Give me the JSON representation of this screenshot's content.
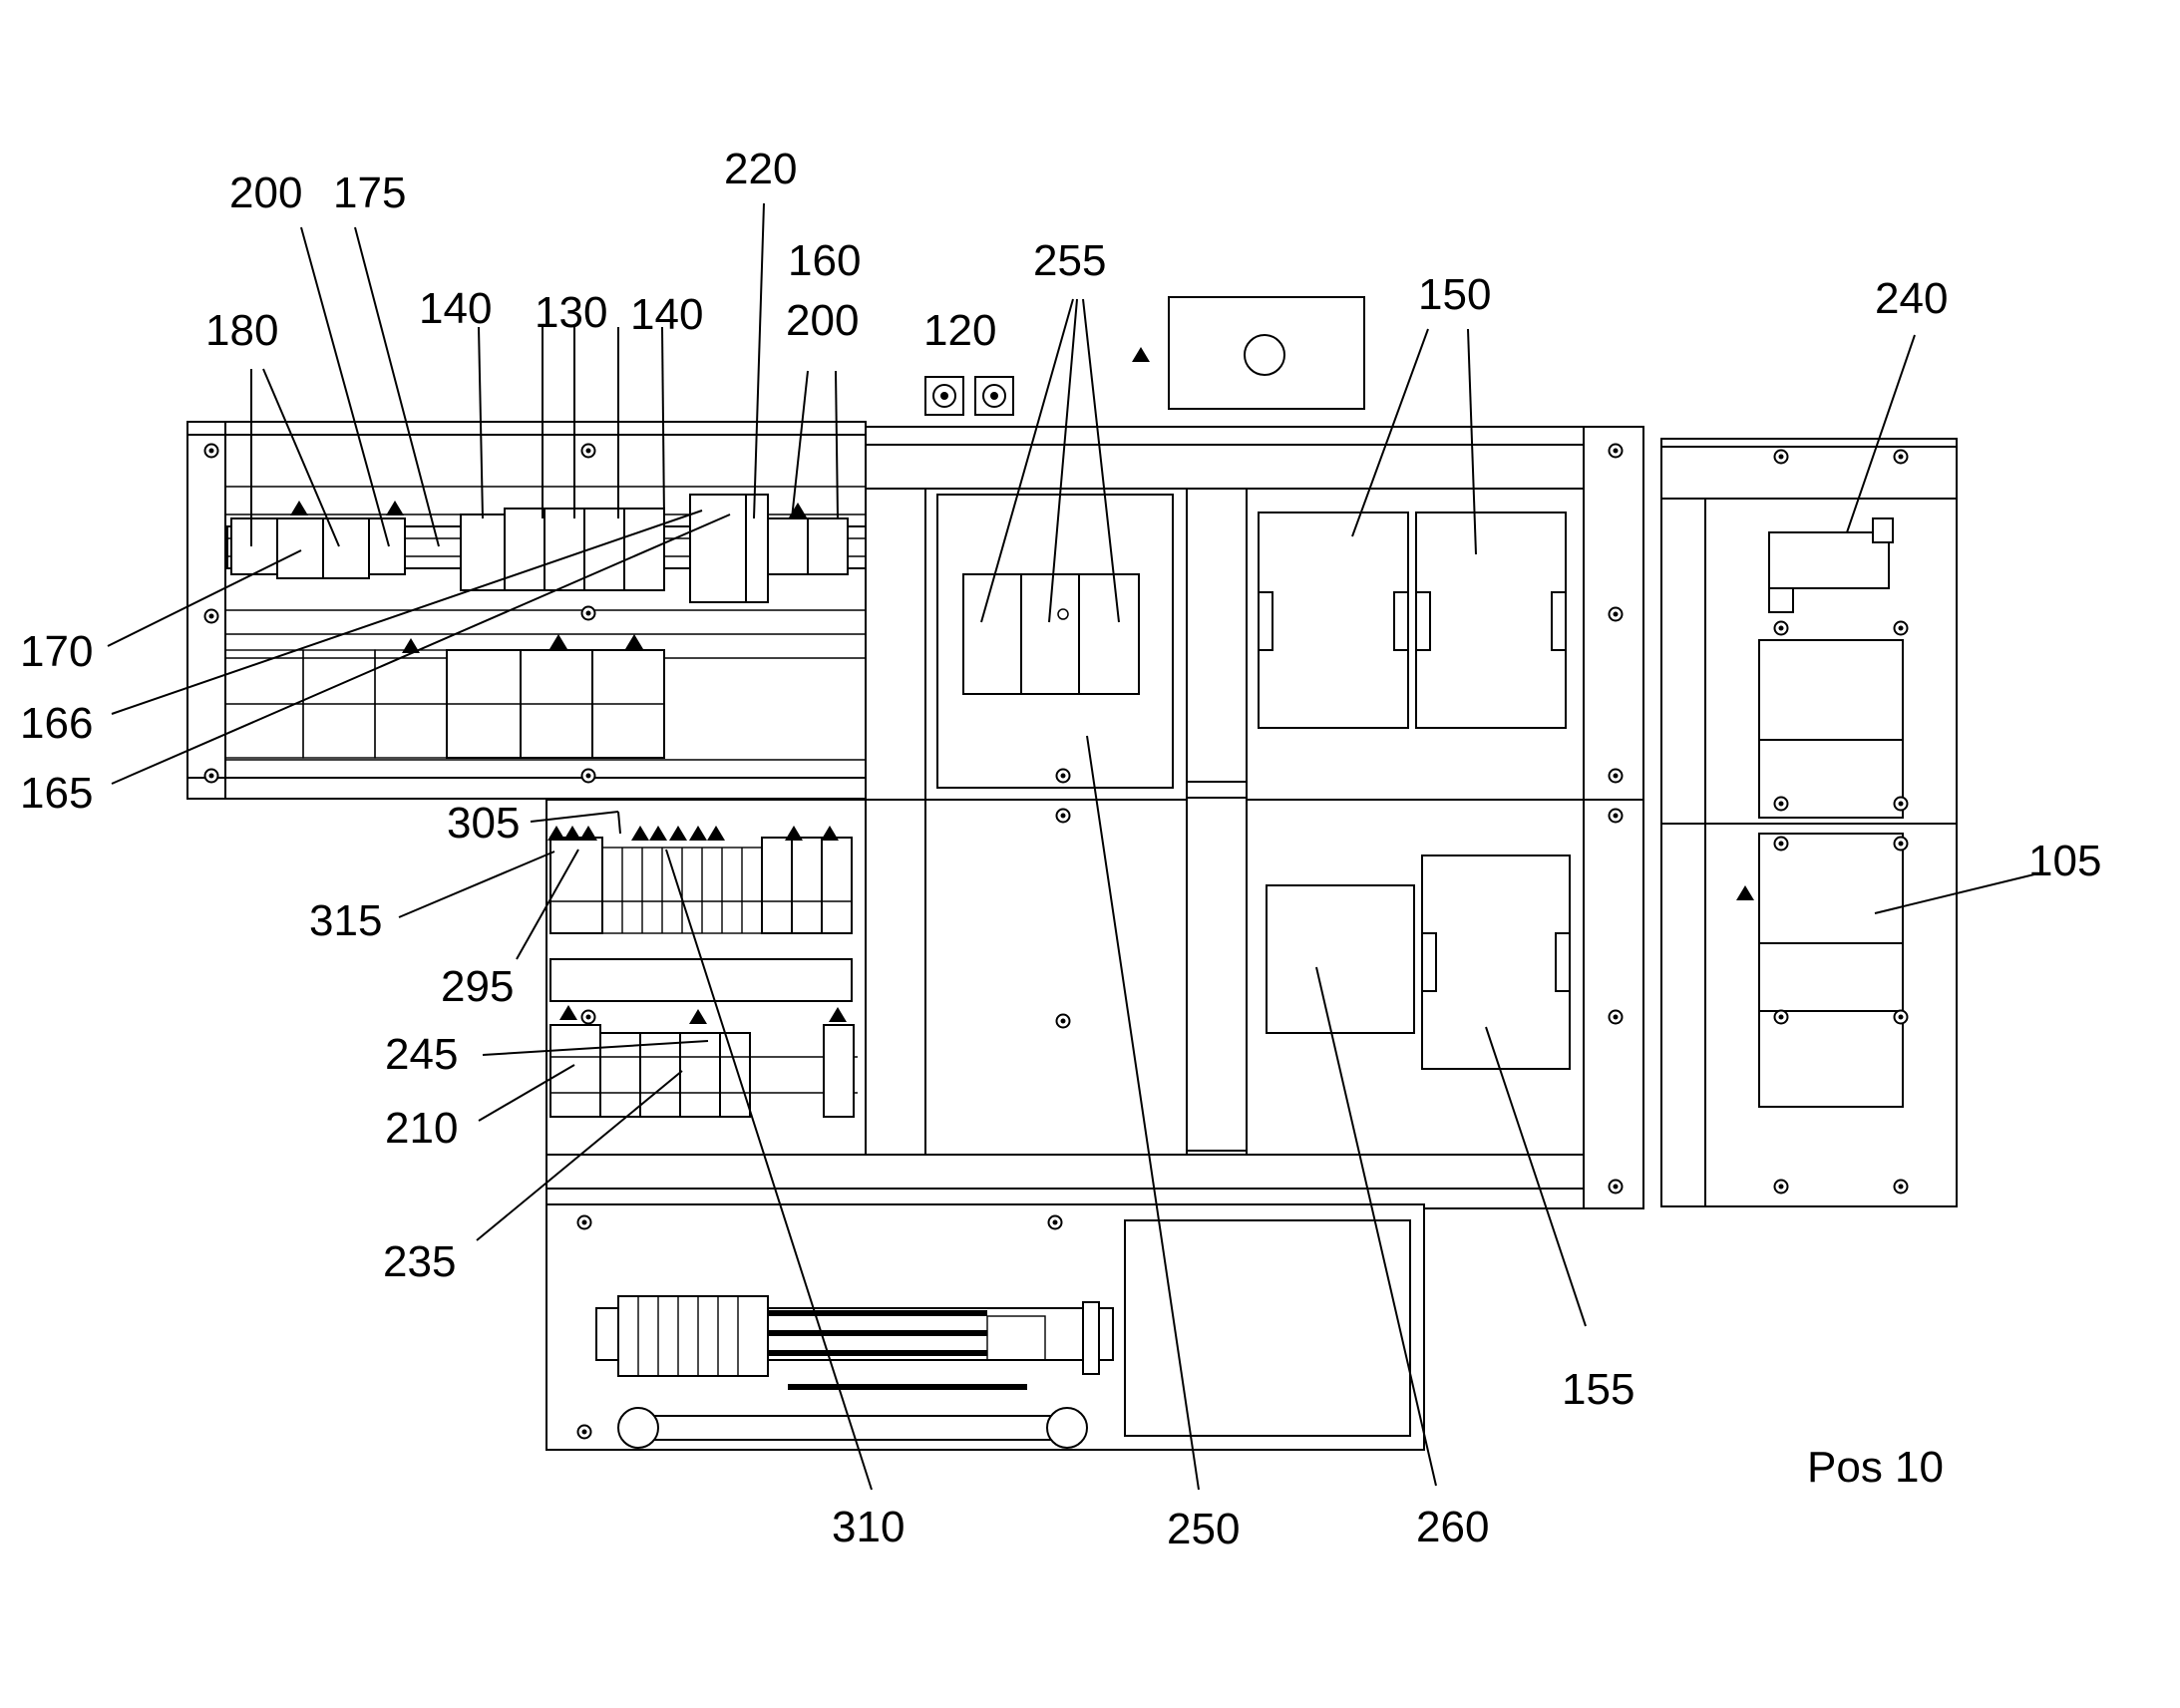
{
  "labels": {
    "l105": "105",
    "l120": "120",
    "l130": "130",
    "l140a": "140",
    "l140b": "140",
    "l150": "150",
    "l155": "155",
    "l160": "160",
    "l165": "165",
    "l166": "166",
    "l170": "170",
    "l175": "175",
    "l180": "180",
    "l200a": "200",
    "l200b": "200",
    "l210": "210",
    "l220": "220",
    "l235": "235",
    "l240": "240",
    "l245": "245",
    "l250": "250",
    "l255": "255",
    "l260": "260",
    "l295": "295",
    "l305": "305",
    "l310": "310",
    "l315": "315"
  },
  "caption": "Pos 10",
  "icons": [
    "warning-triangle-icon",
    "screw-icon",
    "knob-icon"
  ]
}
